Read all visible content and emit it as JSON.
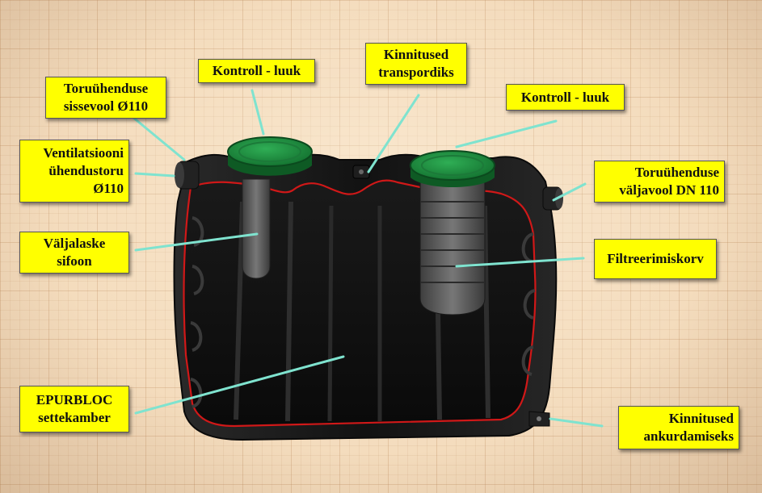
{
  "labels": {
    "inlet_pipe": "Toruühenduse\nsissevool Ø110",
    "vent_pipe": "Ventilatsiooni\nühendustoru\nØ110",
    "outlet_siphon": "Väljalaske\nsifoon",
    "settling_chamber": "EPURBLOC\nsettekamber",
    "inspection_hatch_left": "Kontroll - luuk",
    "transport_fixings": "Kinnitused\ntranspordiks",
    "inspection_hatch_right": "Kontroll - luuk",
    "outlet_pipe": "Toruühenduse\nväljavool DN 110",
    "filter_basket": "Filtreerimiskorv",
    "anchoring_fixings": "Kinnitused\nankurdamiseks"
  },
  "colors": {
    "label_fill": "#ffff00",
    "leader_line": "#7fe3cf",
    "tank_body": "#1c1c1c",
    "lid": "#1f8a3e",
    "cut_edge": "#d01818"
  }
}
